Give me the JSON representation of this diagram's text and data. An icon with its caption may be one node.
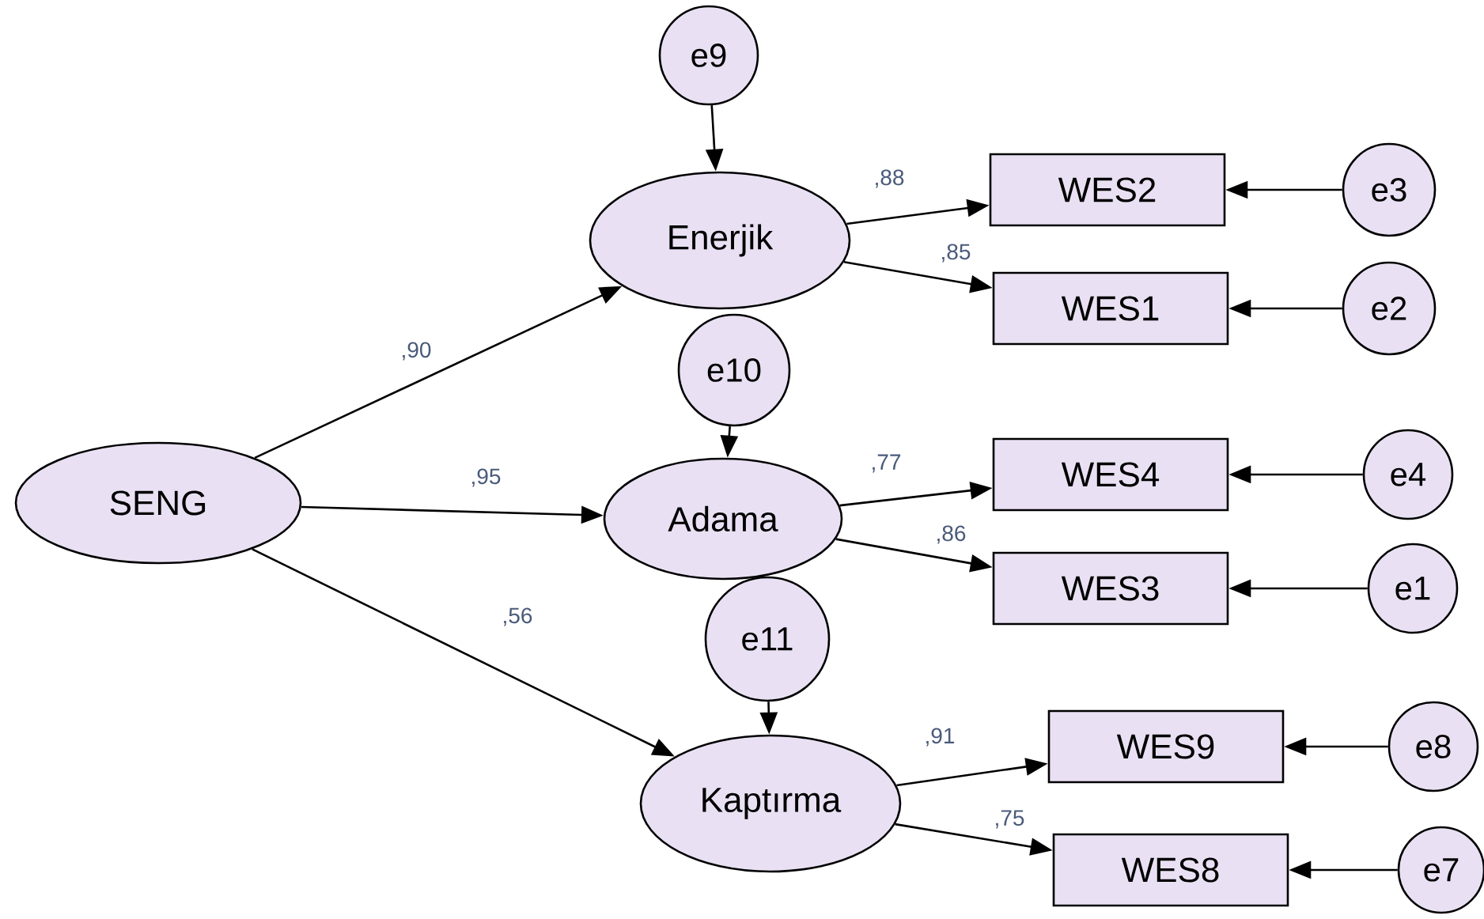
{
  "diagram": {
    "nodes": [
      {
        "text": [
          "SENG"
        ]
      },
      {
        "text": [
          "e9"
        ]
      },
      {
        "text": [
          "Enerjik"
        ]
      },
      {
        "text": [
          "WES2"
        ]
      },
      {
        "text": [
          "e3"
        ]
      },
      {
        "text": [
          "WES1"
        ]
      },
      {
        "text": [
          "e2"
        ]
      },
      {
        "text": [
          "e10"
        ]
      },
      {
        "text": [
          "Adama"
        ]
      },
      {
        "text": [
          "WES4"
        ]
      },
      {
        "text": [
          "e4"
        ]
      },
      {
        "text": [
          "WES3"
        ]
      },
      {
        "text": [
          "e1"
        ]
      },
      {
        "text": [
          "e11"
        ]
      },
      {
        "text": [
          "Kaptırma"
        ]
      },
      {
        "text": [
          "WES9"
        ]
      },
      {
        "text": [
          "e8"
        ]
      },
      {
        "text": [
          "WES8"
        ]
      },
      {
        "text": [
          "e7"
        ]
      }
    ],
    "edges": [
      {
        "from": 0,
        "to": 2,
        "arrow": "to",
        "label": ",90"
      },
      {
        "from": 0,
        "to": 8,
        "arrow": "to",
        "label": ",95"
      },
      {
        "from": 0,
        "to": 14,
        "arrow": "to",
        "label": ",56"
      },
      {
        "from": 1,
        "to": 2,
        "arrow": "to"
      },
      {
        "from": 2,
        "to": 3,
        "arrow": "to",
        "label": ",88"
      },
      {
        "from": 2,
        "to": 5,
        "arrow": "to",
        "label": ",85"
      },
      {
        "from": 4,
        "to": 3,
        "arrow": "to"
      },
      {
        "from": 6,
        "to": 5,
        "arrow": "to"
      },
      {
        "from": 7,
        "to": 8,
        "arrow": "to"
      },
      {
        "from": 8,
        "to": 9,
        "arrow": "to",
        "label": ",77"
      },
      {
        "from": 8,
        "to": 11,
        "arrow": "to",
        "label": ",86"
      },
      {
        "from": 10,
        "to": 9,
        "arrow": "to"
      },
      {
        "from": 12,
        "to": 11,
        "arrow": "to"
      },
      {
        "from": 13,
        "to": 14,
        "arrow": "to"
      },
      {
        "from": 14,
        "to": 15,
        "arrow": "to",
        "label": ",91"
      },
      {
        "from": 14,
        "to": 17,
        "arrow": "to",
        "label": ",75"
      },
      {
        "from": 16,
        "to": 15,
        "arrow": "to"
      },
      {
        "from": 18,
        "to": 17,
        "arrow": "to"
      }
    ]
  }
}
